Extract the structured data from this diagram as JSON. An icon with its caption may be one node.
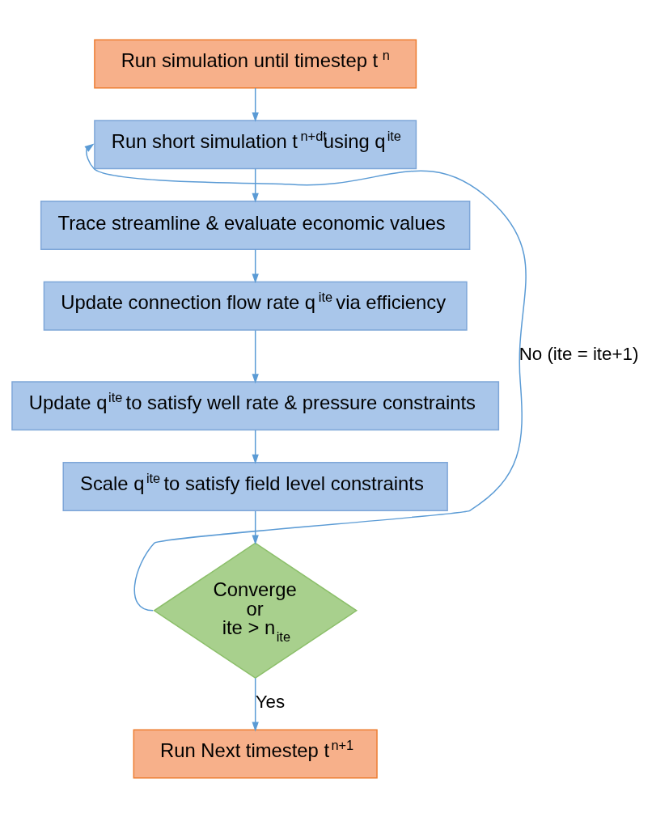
{
  "diagram": {
    "nodes": [
      {
        "text": [
          "Run simulation until timestep t$^{n}$"
        ]
      },
      {
        "text": [
          "Run short simulation t$^{n+dt}$using q$^{ite}$"
        ]
      },
      {
        "text": [
          "Trace streamline & evaluate economic values"
        ]
      },
      {
        "text": [
          "Update connection flow rate q$^{ite}$ via efficiency"
        ]
      },
      {
        "text": [
          "Update q$^{ite}$ to satisfy well rate & pressure constraints"
        ]
      },
      {
        "text": [
          "Scale q$^{ite}$ to satisfy field level constraints"
        ]
      },
      {
        "text": [
          "Converge or ite > n$_{ite}$"
        ]
      },
      {
        "text": [
          "Run Next timestep t$^{n+1}$"
        ]
      }
    ],
    "edges": [
      {
        "from": 0,
        "to": 1,
        "arrow": "to"
      },
      {
        "from": 1,
        "to": 2,
        "arrow": "to"
      },
      {
        "from": 2,
        "to": 3,
        "arrow": "to"
      },
      {
        "from": 3,
        "to": 4,
        "arrow": "to"
      },
      {
        "from": 4,
        "to": 5,
        "arrow": "to"
      },
      {
        "from": 5,
        "to": 6,
        "arrow": "to"
      },
      {
        "from": 6,
        "to": 1,
        "arrow": "to",
        "label": "No (ite = ite+1)"
      },
      {
        "from": 6,
        "to": 7,
        "arrow": "to",
        "label": "Yes"
      }
    ]
  }
}
